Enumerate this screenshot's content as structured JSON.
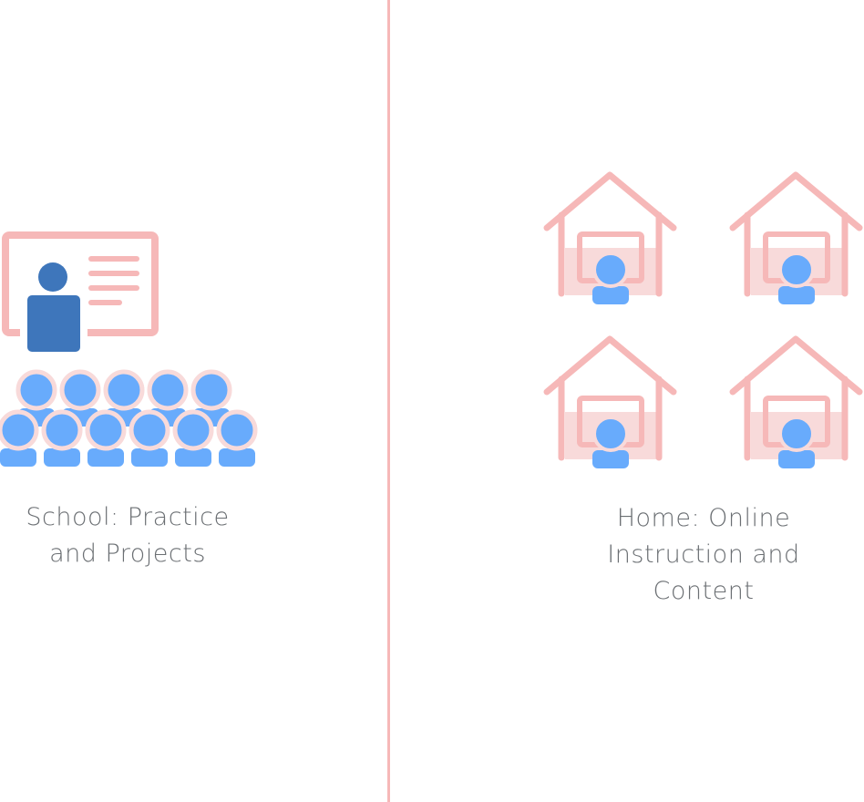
{
  "colors": {
    "pink": "#f6b8b8",
    "pink_light": "#f8dada",
    "blue": "#68abfc",
    "blue_dark": "#3e76bb",
    "text": "#6b6f73"
  },
  "school": {
    "caption_line1": "School: Practice",
    "caption_line2": "and Projects",
    "student_count": 11
  },
  "home": {
    "caption_line1": "Home: Online",
    "caption_line2": "Instruction and",
    "caption_line3": "Content",
    "house_count": 4
  }
}
